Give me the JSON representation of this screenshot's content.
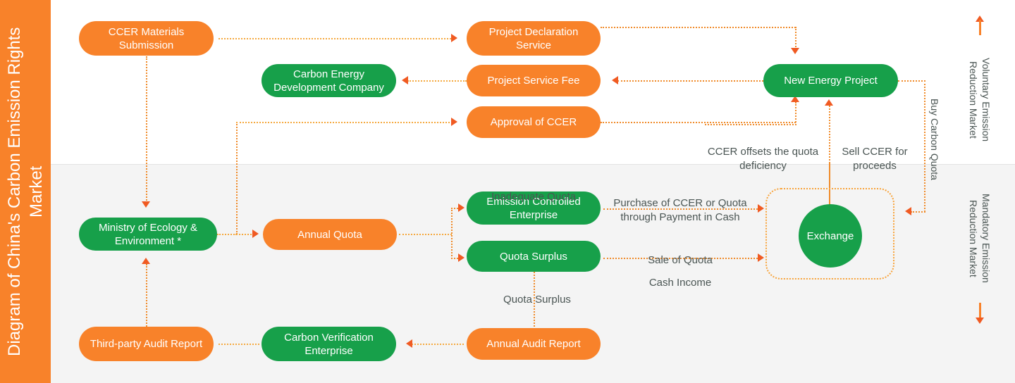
{
  "sidebar": {
    "title": "Diagram of China's Carbon Emission Rights Market",
    "color": "#f8822a"
  },
  "colors": {
    "orange": "#f8822a",
    "green": "#17a04a",
    "arrow": "#f05a22",
    "line": "#f08b2a",
    "band_bottom": "#f4f4f4",
    "band_top": "#ffffff",
    "label_text": "#4a5553"
  },
  "nodes": [
    {
      "id": "ccer-materials-submission",
      "label": "CCER Materials\nSubmission",
      "style": "orange"
    },
    {
      "id": "project-declaration-service",
      "label": "Project Declaration\nService",
      "style": "orange"
    },
    {
      "id": "new-energy-project",
      "label": "New Energy Project",
      "style": "green"
    },
    {
      "id": "carbon-energy-development-company",
      "label": "Carbon Energy\nDevelopment Company",
      "style": "green"
    },
    {
      "id": "project-service-fee",
      "label": "Project Service Fee",
      "style": "orange"
    },
    {
      "id": "approval-of-ccer",
      "label": "Approval of CCER",
      "style": "orange"
    },
    {
      "id": "ministry-of-ecology-environment",
      "label": "Ministry of\nEcology & Environment *",
      "style": "green"
    },
    {
      "id": "annual-quota",
      "label": "Annual Quota",
      "style": "orange"
    },
    {
      "id": "emission-controlled-enterprise",
      "label": "Emission Controlled\nEnterprise",
      "style": "green"
    },
    {
      "id": "quota-surplus",
      "label": "Quota Surplus",
      "style": "green"
    },
    {
      "id": "exchange",
      "label": "Exchange",
      "style": "green-circle"
    },
    {
      "id": "third-party-audit-report",
      "label": "Third-party Audit\nReport",
      "style": "orange"
    },
    {
      "id": "carbon-verification-enterprise",
      "label": "Carbon Verification\nEnterprise",
      "style": "green"
    },
    {
      "id": "annual-audit-report",
      "label": "Annual Audit Report",
      "style": "orange"
    }
  ],
  "edge_labels": {
    "ccer_offsets": "CCER offsets the quota\ndeficiency",
    "sell_ccer": "Sell CCER for\nproceeds",
    "buy_carbon_quota": "Buy Carbon Quota",
    "inadequate_quota": "Inadequate Quota",
    "purchase_ccer": "Purchase of CCER or Quota\nthrough Payment in Cash",
    "sale_of_quota": "Sale of Quota",
    "cash_income": "Cash Income",
    "quota_surplus_note": "Quota Surplus"
  },
  "market_bands": {
    "voluntary": "Voluntary Emission\nReduction Market",
    "mandatory": "Mandatory Emission\nReduction Market"
  }
}
